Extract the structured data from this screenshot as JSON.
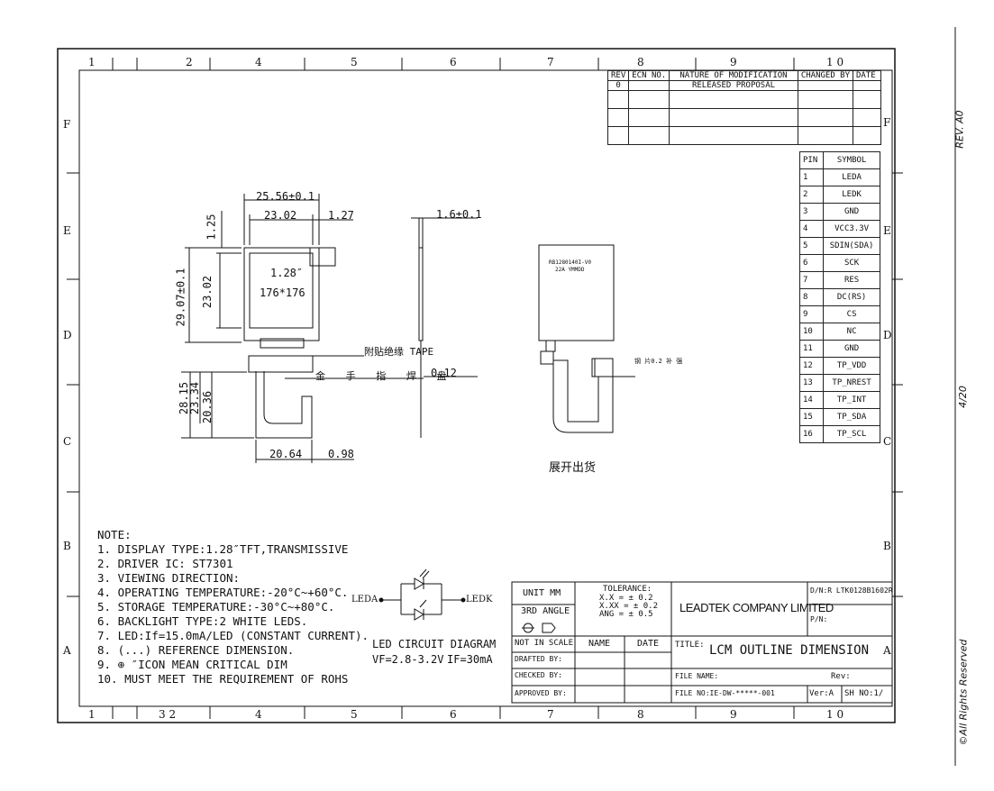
{
  "side": {
    "rev": "REV. A0",
    "page": "4/20",
    "rights": "©All Rights Reserved"
  },
  "grid": {
    "top": [
      "1",
      "2",
      "4",
      "5",
      "6",
      "7",
      "8",
      "9",
      "1 0"
    ],
    "bottom": [
      "1",
      "3 2",
      "4",
      "5",
      "6",
      "7",
      "8",
      "9",
      "1 0"
    ],
    "left": [
      "F",
      "E",
      "D",
      "C",
      "B",
      "A"
    ],
    "right": [
      "F",
      "E",
      "D",
      "C",
      "B",
      "A"
    ]
  },
  "rev_table": {
    "headers": [
      "REV",
      "ECN NO.",
      "NATURE OF MODIFICATION",
      "CHANGED BY",
      "DATE"
    ],
    "row": [
      "0",
      "",
      "RELEASED PROPOSAL",
      "",
      ""
    ]
  },
  "pins": {
    "headers": [
      "PIN",
      "SYMBOL"
    ],
    "rows": [
      [
        "1",
        "LEDA"
      ],
      [
        "2",
        "LEDK"
      ],
      [
        "3",
        "GND"
      ],
      [
        "4",
        "VCC3.3V"
      ],
      [
        "5",
        "SDIN(SDA)"
      ],
      [
        "6",
        "SCK"
      ],
      [
        "7",
        "RES"
      ],
      [
        "8",
        "DC(RS)"
      ],
      [
        "9",
        "CS"
      ],
      [
        "10",
        "NC"
      ],
      [
        "11",
        "GND"
      ],
      [
        "12",
        "TP_VDD"
      ],
      [
        "13",
        "TP_NREST"
      ],
      [
        "14",
        "TP_INT"
      ],
      [
        "15",
        "TP_SDA"
      ],
      [
        "16",
        "TP_SCL"
      ]
    ]
  },
  "dims": {
    "w_total": "25.56±0.1",
    "w_view": "23.02",
    "w_edge": "1.27",
    "h_edge": "1.25",
    "h_view": "23.02",
    "h_total": "29.07±0.1",
    "h_fpc1": "28.15",
    "h_fpc2": "23.34",
    "h_fpc3": "20.36",
    "w_fpc": "20.64",
    "w_fpc2": "0.98",
    "thickness": "1.6±0.1",
    "fpc_t": "0.12",
    "size": "1.28″",
    "res": "176*176"
  },
  "labels": {
    "tape": "附贴绝缘 TAPE",
    "finger": "金 手 指 焊 盘",
    "unfold": "展开出货",
    "chip1": "RB1280140I-V0",
    "chip2": "22A YMMDD",
    "fpc_note": "钢 片0.2 补 强"
  },
  "notes": {
    "title": "NOTE:",
    "items": [
      "1. DISPLAY TYPE:1.28″TFT,TRANSMISSIVE",
      "2. DRIVER IC: ST7301",
      "3. VIEWING DIRECTION:",
      "4. OPERATING TEMPERATURE:-20°C~+60°C.",
      "5. STORAGE TEMPERATURE:-30°C~+80°C.",
      "6. BACKLIGHT TYPE:2 WHITE LEDS.",
      "7. LED:If=15.0mA/LED (CONSTANT CURRENT).",
      "8. (...) REFERENCE DIMENSION.",
      "9. ⊕ ″ICON MEAN CRITICAL DIM",
      "10. MUST MEET THE REQUIREMENT OF ROHS"
    ]
  },
  "led": {
    "leda": "LEDA",
    "ledk": "LEDK",
    "title": "LED CIRCUIT DIAGRAM",
    "vf": "VF=2.8-3.2V",
    "if": "IF=30mA"
  },
  "title_block": {
    "unit": "UNIT MM",
    "angle": "3RD ANGLE",
    "tol_title": "TOLERANCE:",
    "tol1": "X.X = ± 0.2",
    "tol2": "X.XX = ± 0.2",
    "tol3": "ANG = ± 0.5",
    "company": "LEADTEK COMPANY LIMITED",
    "dn": "D/N:R LTK0128B1602R",
    "pn": "P/N:",
    "not_scale": "NOT IN SCALE",
    "name": "NAME",
    "date": "DATE",
    "title_label": "TITLE:",
    "title": "LCM OUTLINE DIMENSION",
    "drafted": "DRAFTED BY:",
    "checked": "CHECKED BY:",
    "approved": "APPROVED BY:",
    "file_name": "FILE NAME:",
    "rev": "Rev:",
    "file_no": "FILE NO:IE-DW-*****-001",
    "ver": "Ver:A",
    "sh": "SH NO:1/"
  }
}
